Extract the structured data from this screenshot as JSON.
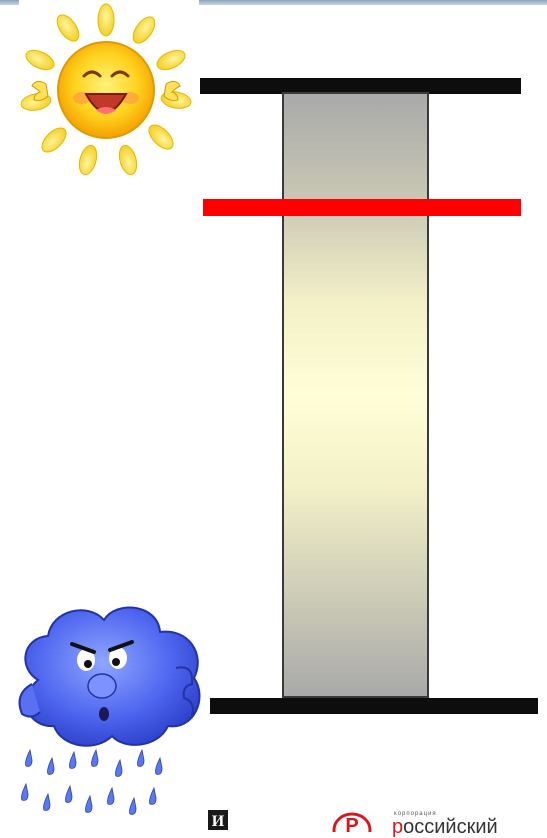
{
  "scene": {
    "thermometer_level": 0.19,
    "colors": {
      "bar": "#0d0d0d",
      "level_line": "#ff0000",
      "column_edge": "#a9a9a9",
      "column_center": "#fffed6"
    },
    "icons": [
      "sun-icon",
      "rain-cloud-icon"
    ]
  },
  "footer": {
    "logo_left_text": "И",
    "logo_right_small": "корпорация",
    "logo_right_big": "оссийский"
  }
}
